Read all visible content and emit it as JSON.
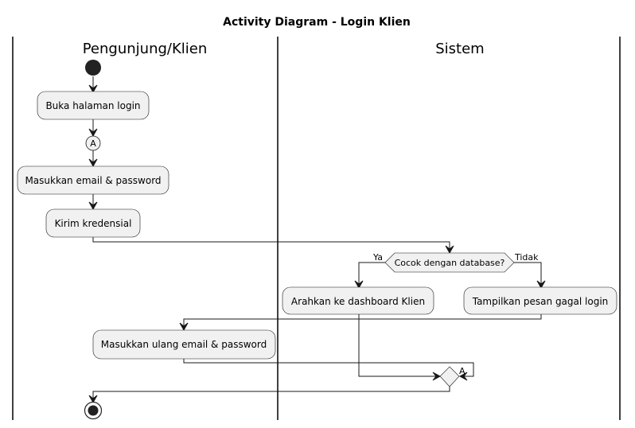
{
  "title": "Activity Diagram - Login Klien",
  "lanes": {
    "client": "Pengunjung/Klien",
    "system": "Sistem"
  },
  "nodes": {
    "open_login": "Buka halaman login",
    "connector_a": "A",
    "enter_credentials": "Masukkan email & password",
    "send_credentials": "Kirim kredensial",
    "check_db": "Cocok dengan database?",
    "redirect_dashboard": "Arahkan ke dashboard Klien",
    "show_error": "Tampilkan pesan gagal login",
    "reenter_credentials": "Masukkan ulang email & password",
    "goto_a": "A"
  },
  "edges": {
    "yes_label": "Ya",
    "no_label": "Tidak"
  }
}
